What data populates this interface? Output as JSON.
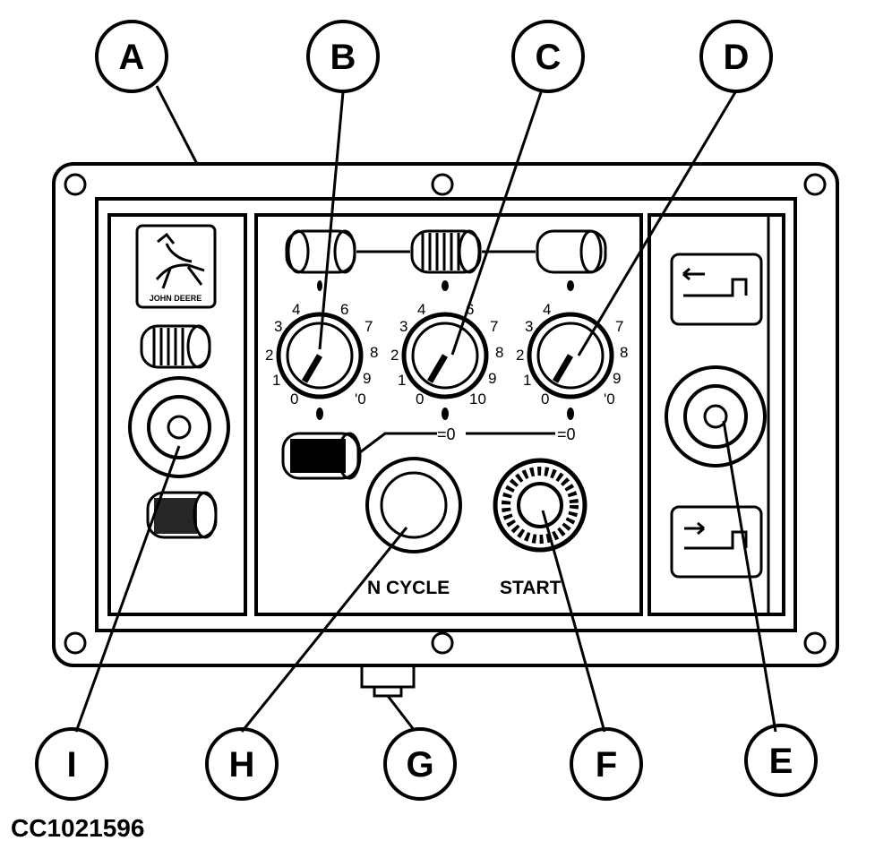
{
  "figure_id": "CC1021596",
  "callouts": {
    "a": "A",
    "b": "B",
    "c": "C",
    "d": "D",
    "e": "E",
    "f": "F",
    "g": "G",
    "h": "H",
    "i": "I"
  },
  "dials": {
    "left": {
      "top": [
        "4",
        "6"
      ],
      "left": [
        "3",
        "2",
        "1",
        "0"
      ],
      "right": [
        "7",
        "8",
        "9",
        "'0"
      ]
    },
    "middle": {
      "top": [
        "4",
        "6"
      ],
      "left": [
        "3",
        "2",
        "1",
        "0"
      ],
      "right": [
        "7",
        "8",
        "9",
        "10"
      ]
    },
    "right": {
      "top": [
        "4"
      ],
      "left": [
        "3",
        "2",
        "1",
        "0"
      ],
      "right": [
        "7",
        "8",
        "9",
        "'0"
      ]
    }
  },
  "panel": {
    "logo_text": "JOHN DEERE",
    "cycle_label": "­N CYCLE",
    "start_label": "START",
    "zero_mark_1": "=0",
    "zero_mark_2": "=0"
  },
  "icons": [
    "john-deere-logo-icon",
    "roller-tension-icon",
    "header-raise-icon",
    "header-lower-icon"
  ],
  "colors": {
    "line": "#000000",
    "background": "#ffffff"
  }
}
